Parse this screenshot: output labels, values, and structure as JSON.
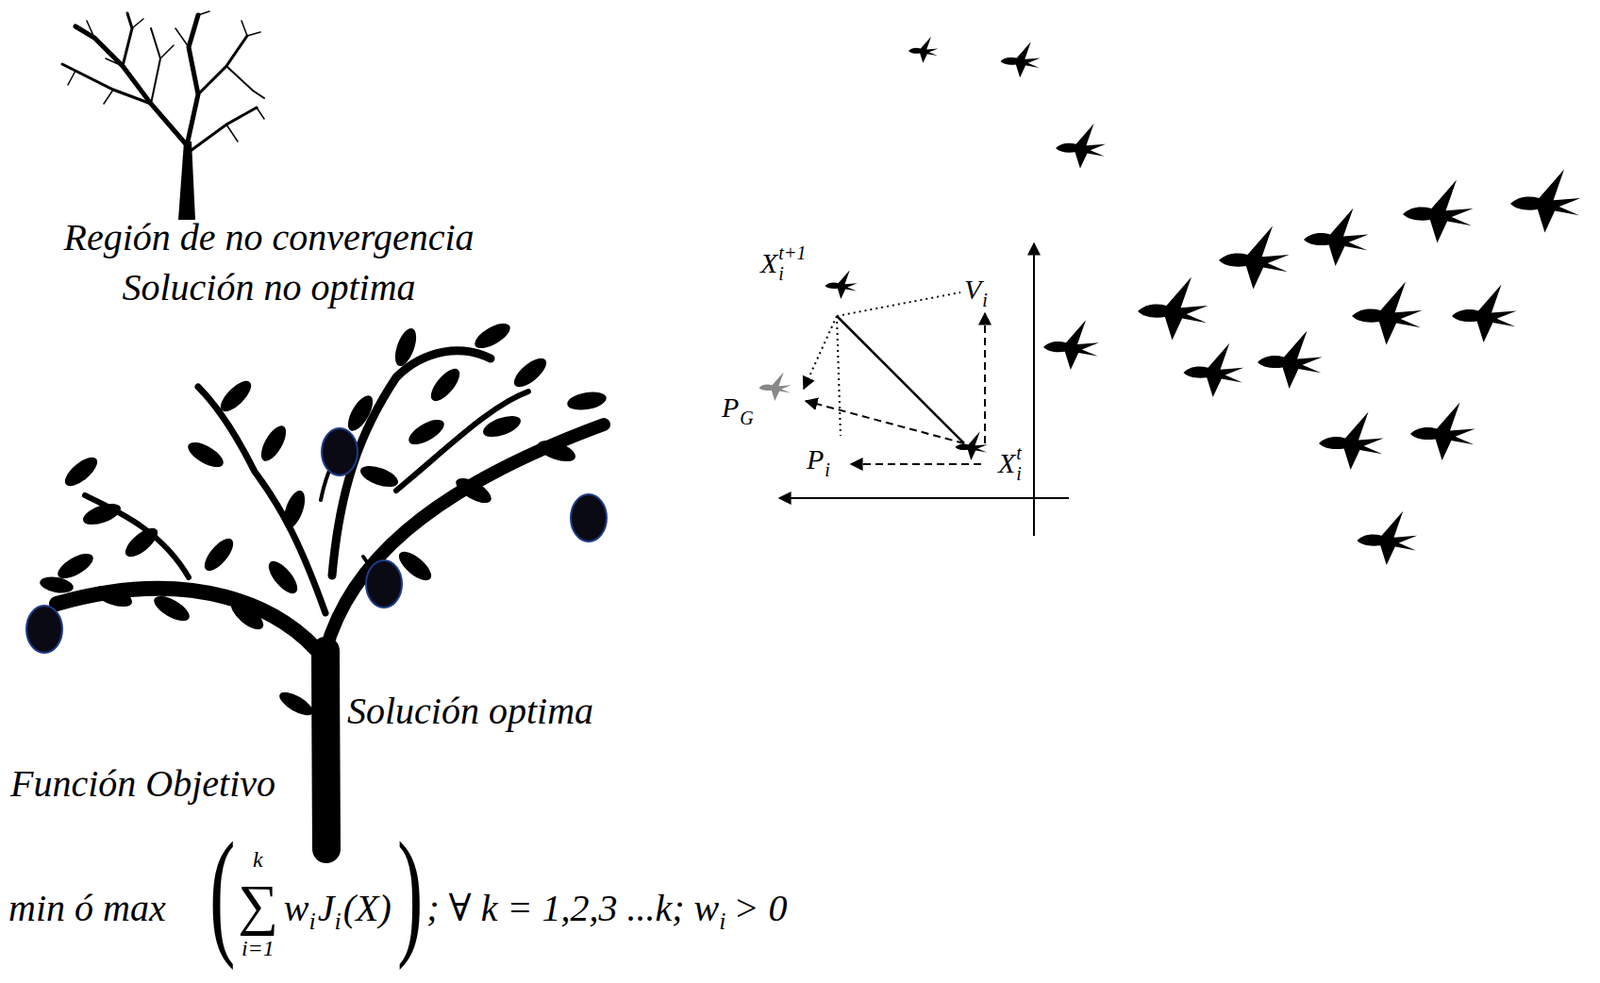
{
  "diagram": {
    "labels": [
      "Región de no convergencia",
      "Solución no optima",
      "X",
      "t+1",
      "i",
      "V",
      "i",
      "P",
      "G",
      "P",
      "i",
      "X",
      "t",
      "i",
      "Solución optima",
      "Función Objetivo",
      "min ó max",
      "(",
      "k",
      "∑",
      "i=1",
      "w",
      "i",
      "J",
      "i",
      "(X)",
      ")",
      "; ∀ k = 1,2,3 ...k;",
      "w",
      "i",
      "> 0"
    ]
  }
}
